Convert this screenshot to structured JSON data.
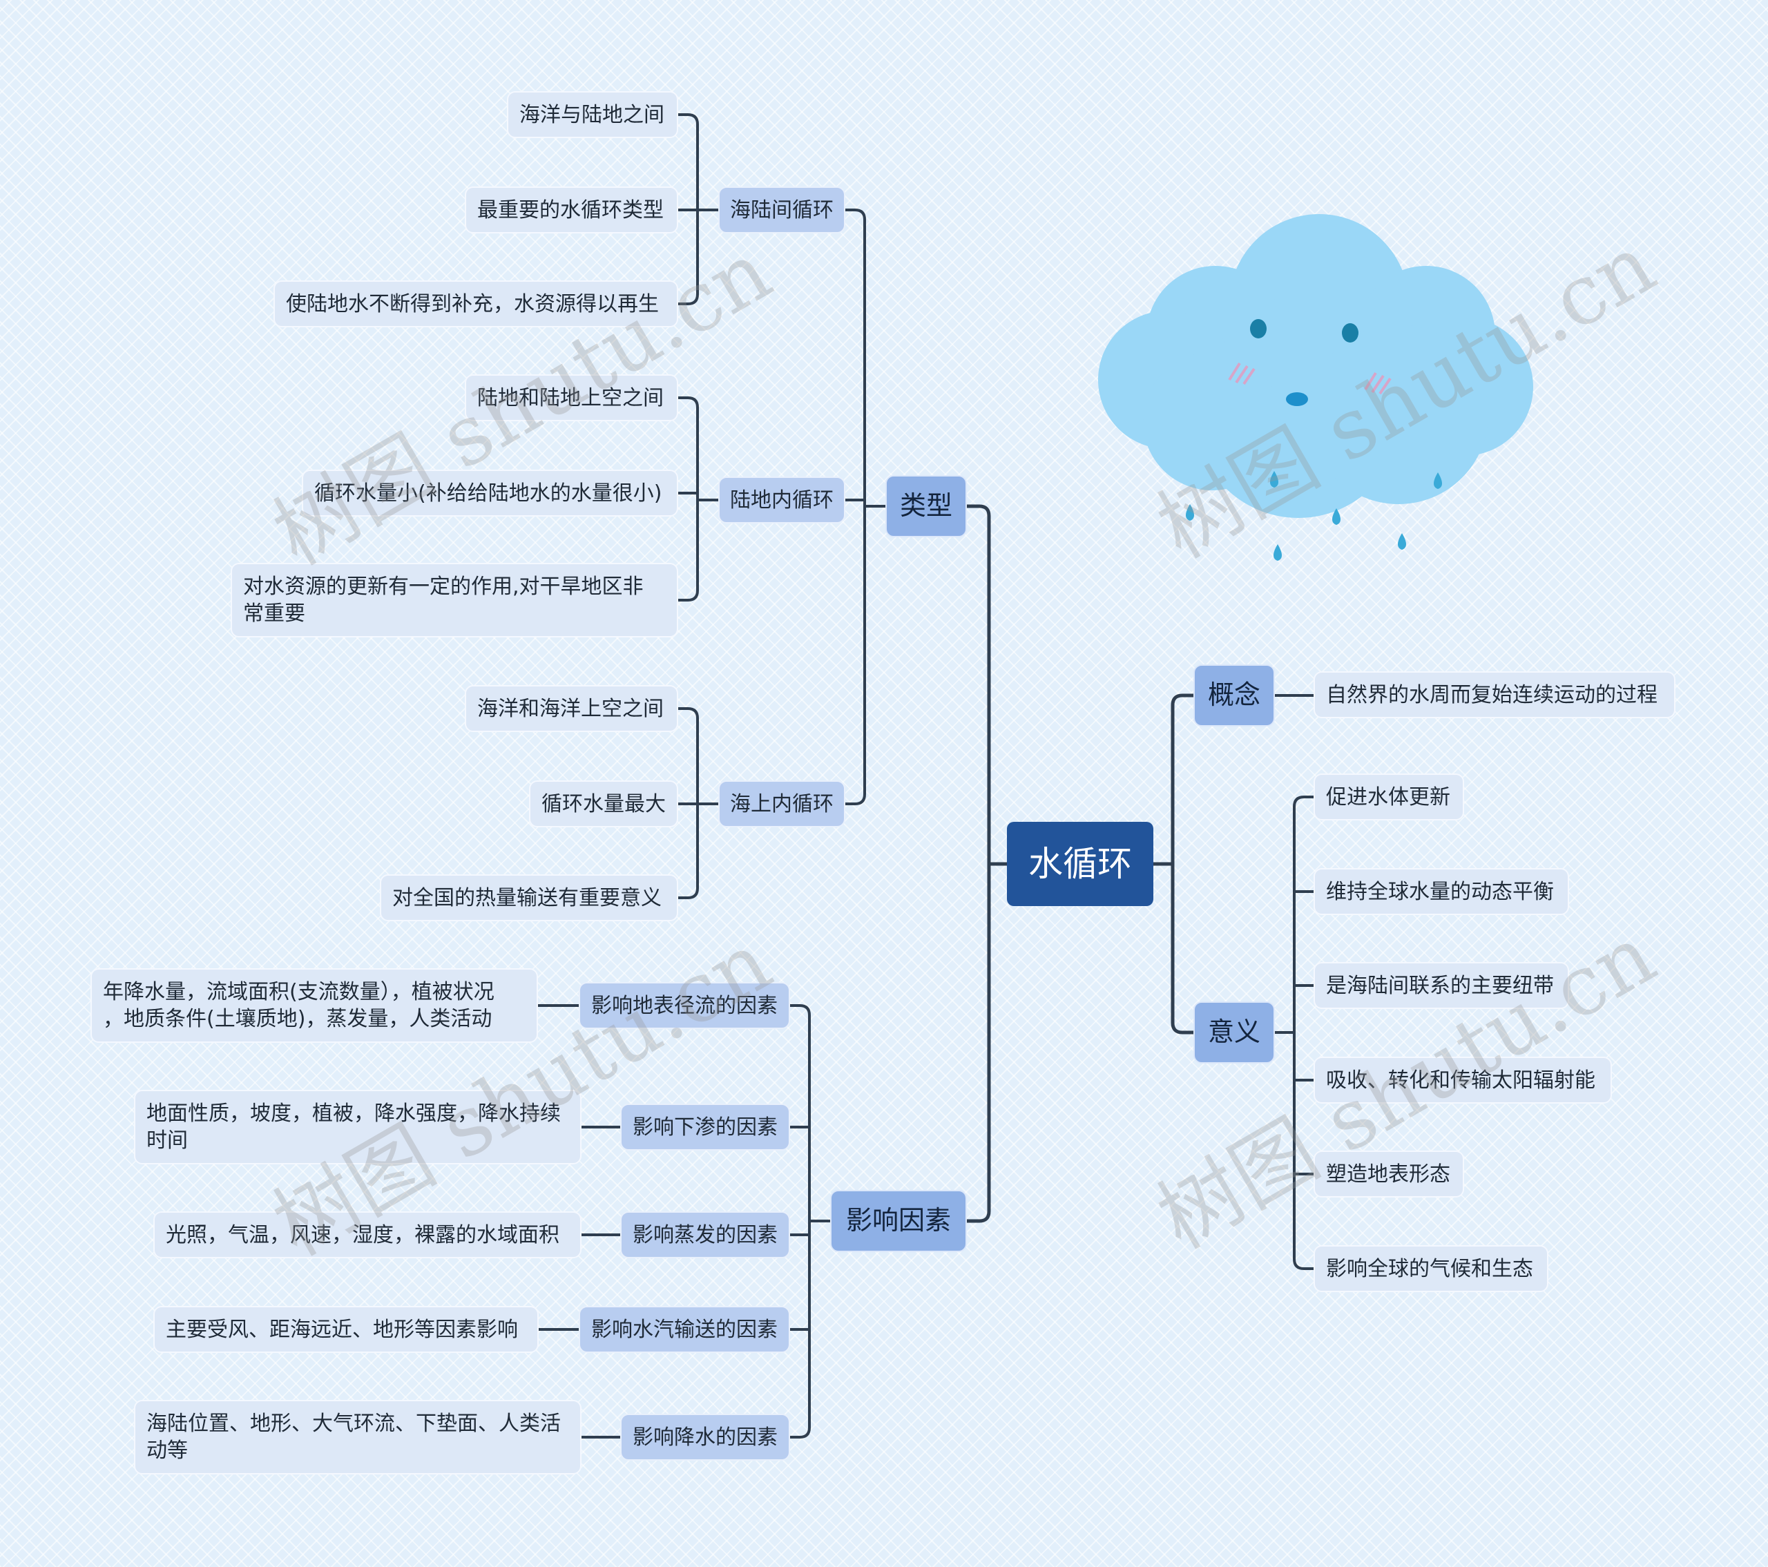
{
  "root": "水循环",
  "branches": {
    "types": {
      "label": "类型",
      "sea_land": {
        "label": "海陆间循环",
        "items": [
          "海洋与陆地之间",
          "最重要的水循环类型",
          "使陆地水不断得到补充，水资源得以再生"
        ]
      },
      "inland": {
        "label": "陆地内循环",
        "items": [
          "陆地和陆地上空之间",
          "循环水量小(补给给陆地水的水量很小)",
          "对水资源的更新有一定的作用,对干旱地区非\n常重要"
        ]
      },
      "ocean": {
        "label": "海上内循环",
        "items": [
          "海洋和海洋上空之间",
          "循环水量最大",
          "对全国的热量输送有重要意义"
        ]
      }
    },
    "factors": {
      "label": "影响因素",
      "items": [
        {
          "label": "影响地表径流的因素",
          "detail": "年降水量，流域面积(支流数量），植被状况\n，地质条件(土壤质地)，蒸发量，人类活动"
        },
        {
          "label": "影响下渗的因素",
          "detail": "地面性质，坡度，植被，降水强度，降水持续\n时间"
        },
        {
          "label": "影响蒸发的因素",
          "detail": "光照，气温，风速，湿度，裸露的水域面积"
        },
        {
          "label": "影响水汽输送的因素",
          "detail": "主要受风、距海远近、地形等因素影响"
        },
        {
          "label": "影响降水的因素",
          "detail": "海陆位置、地形、大气环流、下垫面、人类活\n动等"
        }
      ]
    },
    "concept": {
      "label": "概念",
      "detail": "自然界的水周而复始连续运动的过程"
    },
    "significance": {
      "label": "意义",
      "items": [
        "促进水体更新",
        "维持全球水量的动态平衡",
        "是海陆间联系的主要纽带",
        "吸收、转化和传输太阳辐射能",
        "塑造地表形态",
        "影响全球的气候和生态"
      ]
    }
  },
  "watermark": "树图 shutu.cn",
  "colors": {
    "background": "#e2effb",
    "root": "#22549a",
    "level1": "#8eb0e6",
    "level2": "#b8cdf0",
    "leaf": "#dde8f7",
    "connector": "#2f3e4f",
    "cloud": "#9ad7f7",
    "drop": "#3aaad8"
  }
}
